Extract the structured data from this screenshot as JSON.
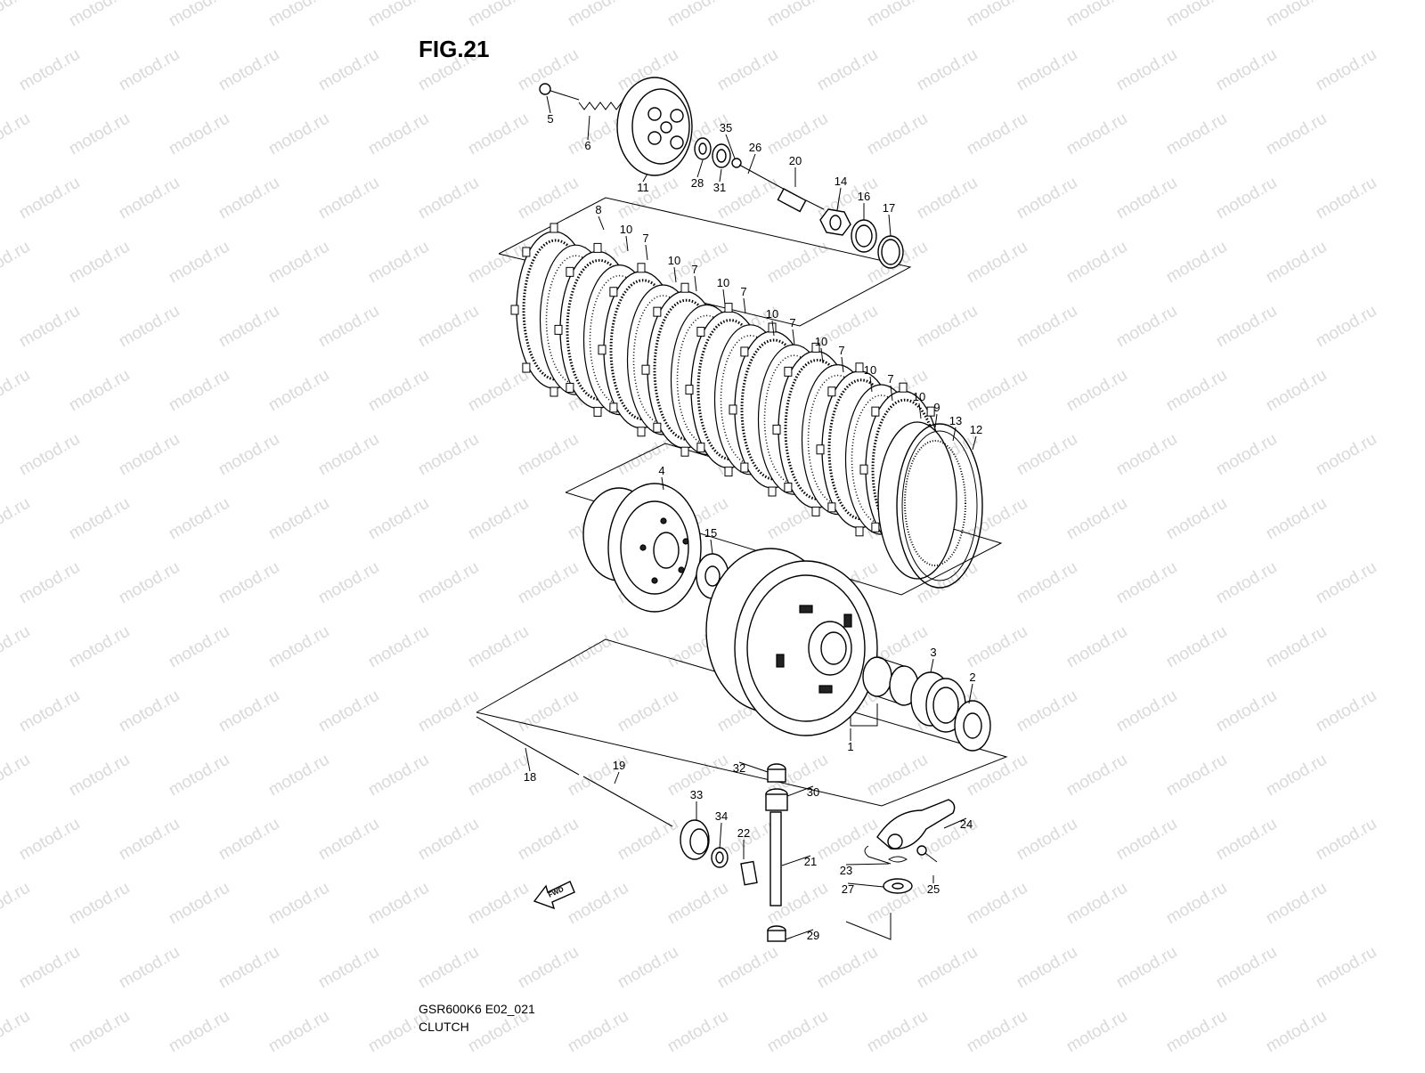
{
  "figure": {
    "title": "FIG.21"
  },
  "footer": {
    "model_code": "GSR600K6 E02_021",
    "caption": "CLUTCH"
  },
  "watermark": {
    "text": "motod.ru"
  },
  "fwd_arrow": {
    "label": "FWD"
  },
  "part_labels": [
    "1",
    "2",
    "3",
    "4",
    "5",
    "6",
    "7",
    "8",
    "9",
    "10",
    "11",
    "12",
    "13",
    "14",
    "15",
    "16",
    "17",
    "18",
    "19",
    "20",
    "21",
    "22",
    "23",
    "24",
    "25",
    "26",
    "27",
    "28",
    "29",
    "30",
    "31",
    "32",
    "33",
    "34",
    "35"
  ],
  "repeated_labels": {
    "plate_7": "7",
    "plate_10": "10"
  }
}
